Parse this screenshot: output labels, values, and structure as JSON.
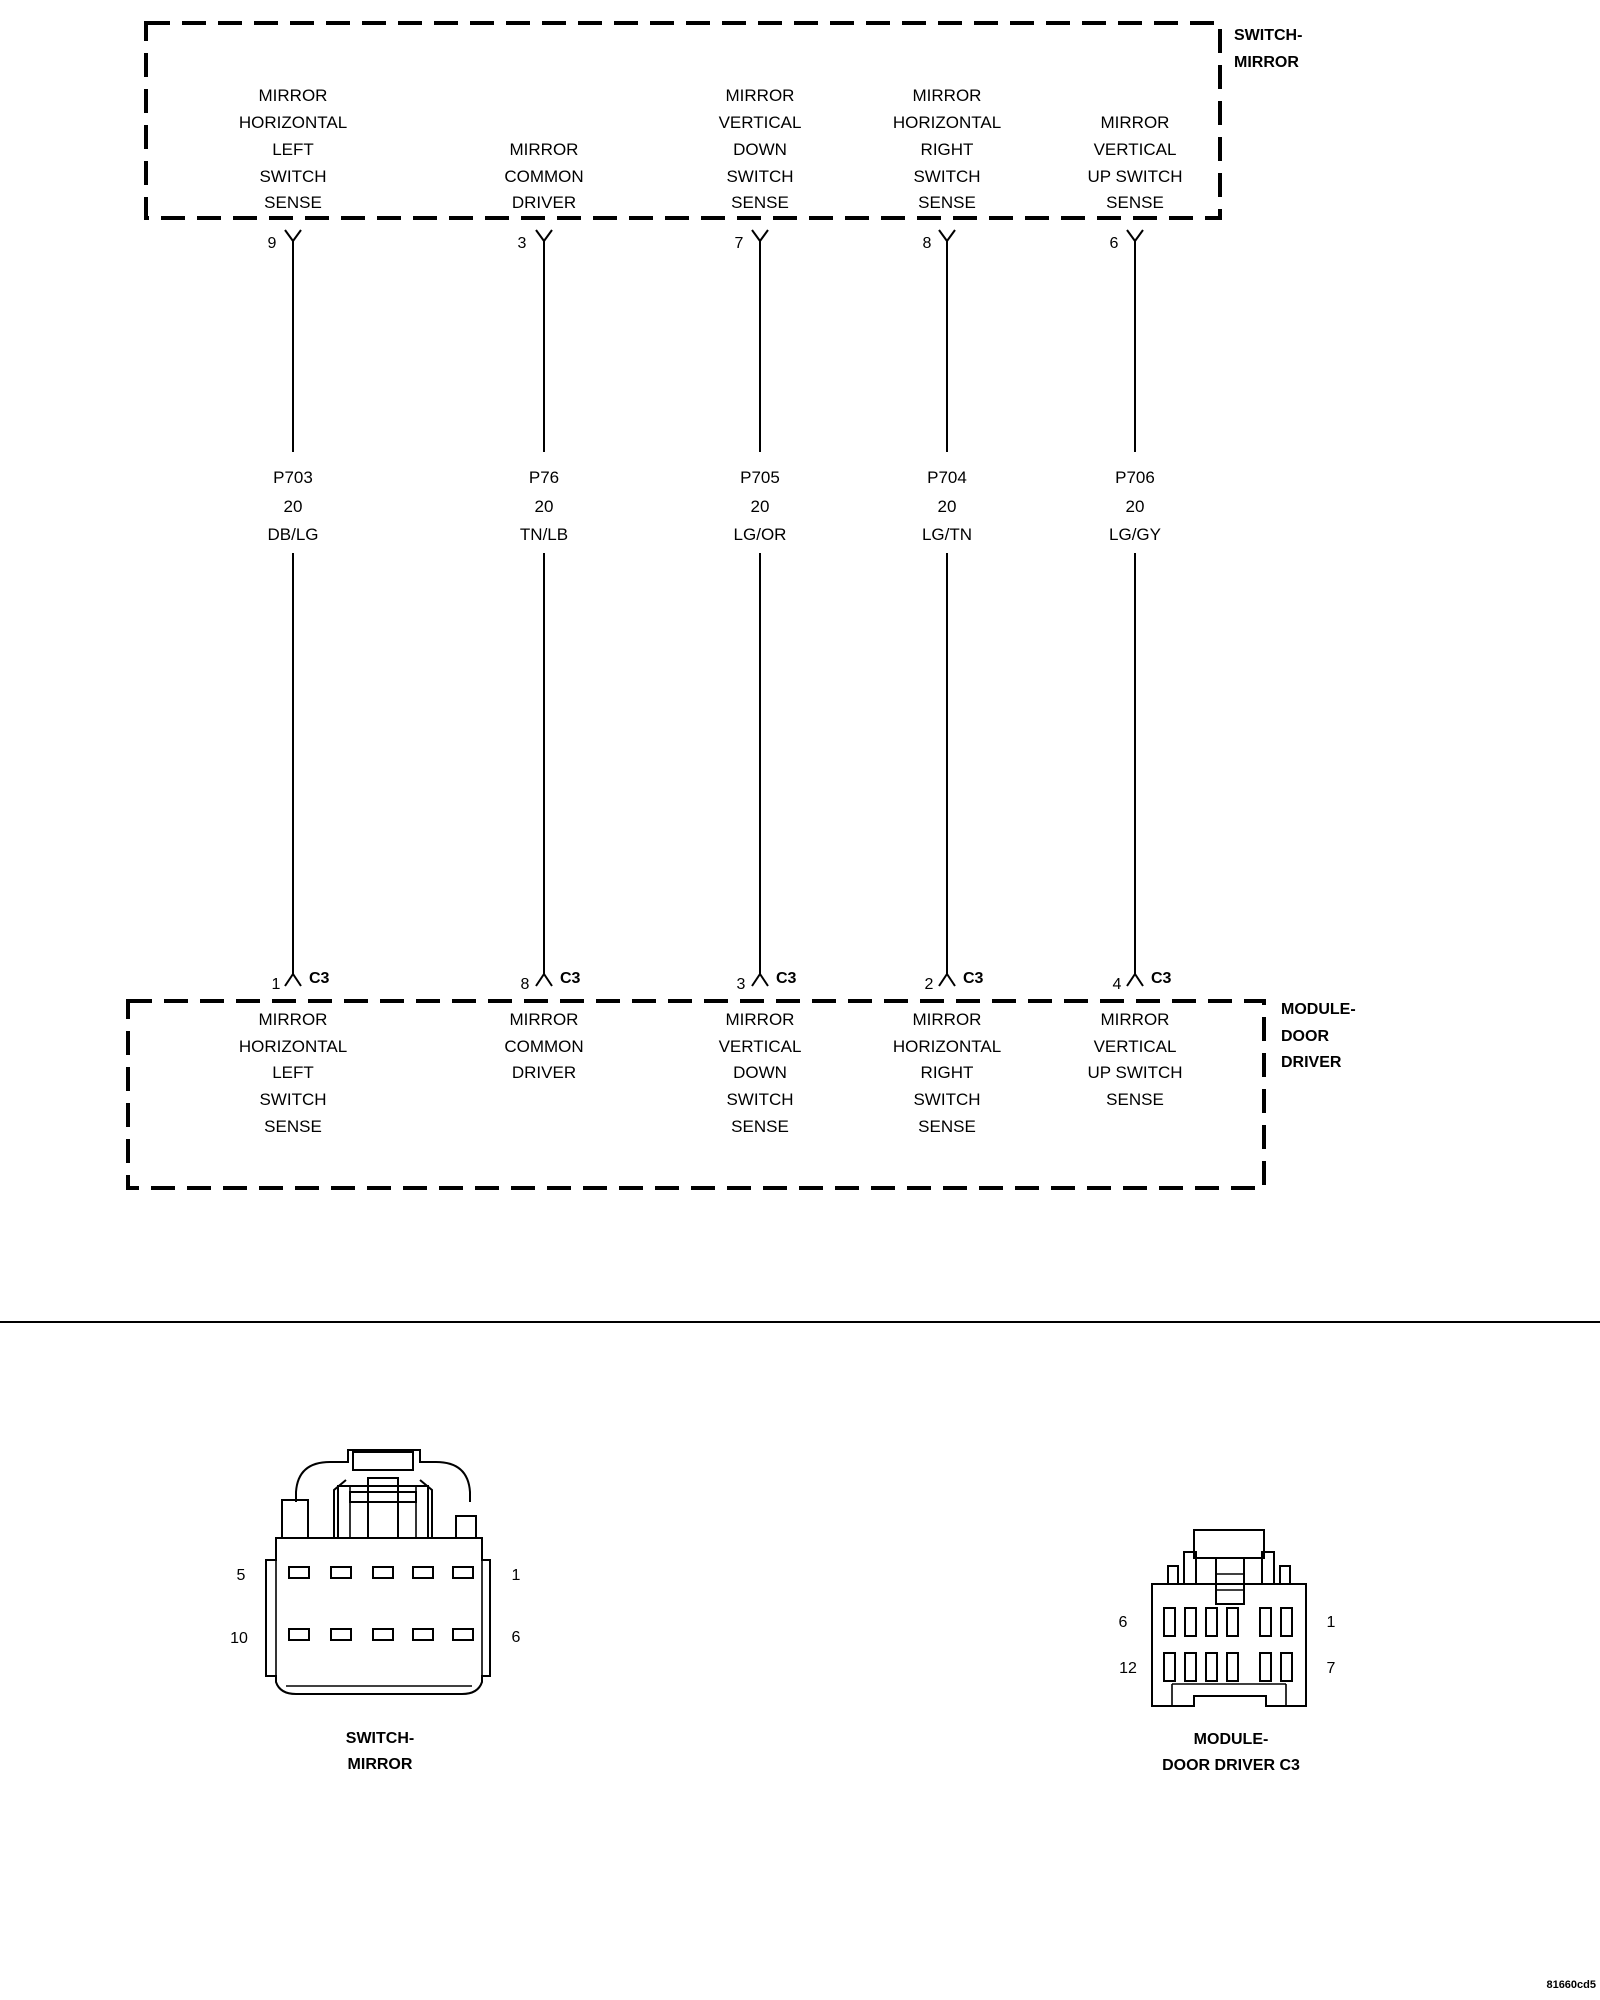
{
  "top_component": {
    "name_line1": "SWITCH-",
    "name_line2": "MIRROR"
  },
  "bottom_component": {
    "name_line1": "MODULE-",
    "name_line2": "DOOR",
    "name_line3": "DRIVER"
  },
  "circuits": [
    {
      "top_lines": [
        "MIRROR",
        "HORIZONTAL",
        "LEFT",
        "SWITCH",
        "SENSE"
      ],
      "top_pin": "9",
      "wire": {
        "circuit": "P703",
        "gauge": "20",
        "color": "DB/LG"
      },
      "bottom_pin": "1",
      "connector": "C3",
      "bottom_lines": [
        "MIRROR",
        "HORIZONTAL",
        "LEFT",
        "SWITCH",
        "SENSE"
      ]
    },
    {
      "top_lines": [
        "MIRROR",
        "COMMON",
        "DRIVER"
      ],
      "top_pin": "3",
      "wire": {
        "circuit": "P76",
        "gauge": "20",
        "color": "TN/LB"
      },
      "bottom_pin": "8",
      "connector": "C3",
      "bottom_lines": [
        "MIRROR",
        "COMMON",
        "DRIVER"
      ]
    },
    {
      "top_lines": [
        "MIRROR",
        "VERTICAL",
        "DOWN",
        "SWITCH",
        "SENSE"
      ],
      "top_pin": "7",
      "wire": {
        "circuit": "P705",
        "gauge": "20",
        "color": "LG/OR"
      },
      "bottom_pin": "3",
      "connector": "C3",
      "bottom_lines": [
        "MIRROR",
        "VERTICAL",
        "DOWN",
        "SWITCH",
        "SENSE"
      ]
    },
    {
      "top_lines": [
        "MIRROR",
        "HORIZONTAL",
        "RIGHT",
        "SWITCH",
        "SENSE"
      ],
      "top_pin": "8",
      "wire": {
        "circuit": "P704",
        "gauge": "20",
        "color": "LG/TN"
      },
      "bottom_pin": "2",
      "connector": "C3",
      "bottom_lines": [
        "MIRROR",
        "HORIZONTAL",
        "RIGHT",
        "SWITCH",
        "SENSE"
      ]
    },
    {
      "top_lines": [
        "MIRROR",
        "VERTICAL",
        "UP SWITCH",
        "SENSE"
      ],
      "top_pin": "6",
      "wire": {
        "circuit": "P706",
        "gauge": "20",
        "color": "LG/GY"
      },
      "bottom_pin": "4",
      "connector": "C3",
      "bottom_lines": [
        "MIRROR",
        "VERTICAL",
        "UP SWITCH",
        "SENSE"
      ]
    }
  ],
  "connector_views": {
    "switch_mirror": {
      "label_line1": "SWITCH-",
      "label_line2": "MIRROR",
      "pin_top_left": "5",
      "pin_top_right": "1",
      "pin_bottom_left": "10",
      "pin_bottom_right": "6"
    },
    "module_door_driver": {
      "label_line1": "MODULE-",
      "label_line2": "DOOR DRIVER C3",
      "pin_top_left": "6",
      "pin_top_right": "1",
      "pin_bottom_left": "12",
      "pin_bottom_right": "7"
    }
  },
  "figure_code": "81660cd5"
}
